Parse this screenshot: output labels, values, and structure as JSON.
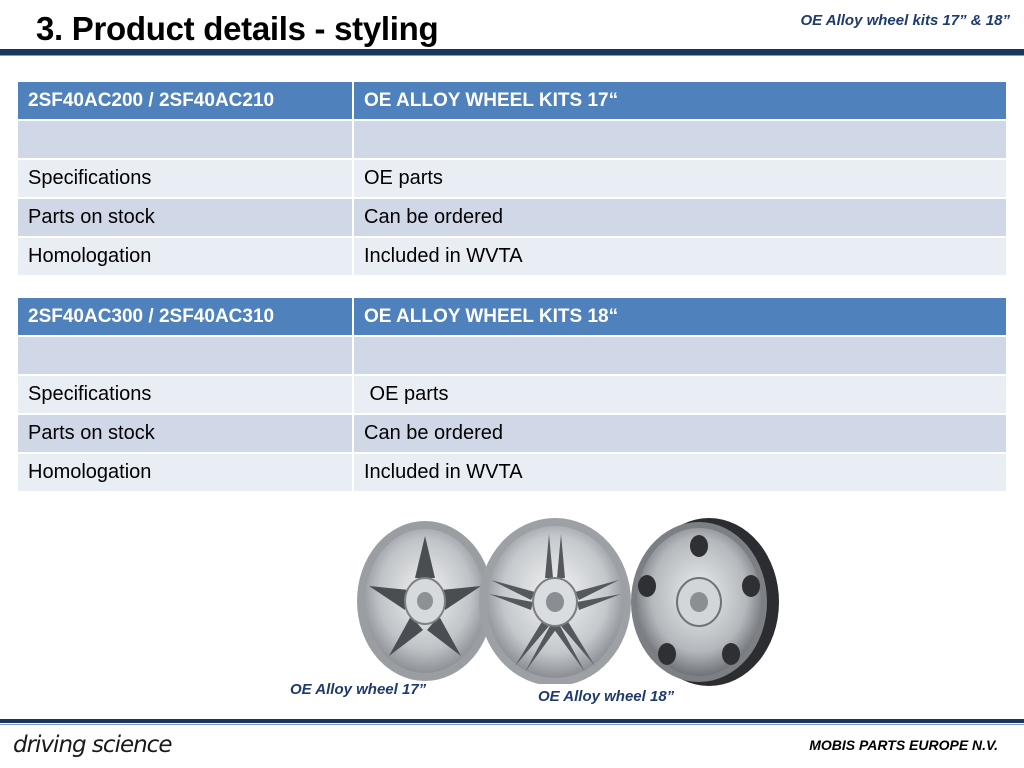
{
  "header": {
    "title": "3. Product details - styling",
    "subtitle": "OE Alloy wheel kits 17” & 18”"
  },
  "tables": [
    {
      "header": [
        "2SF40AC200 / 2SF40AC210",
        "OE ALLOY WHEEL KITS 17“"
      ],
      "rows": [
        [
          "",
          ""
        ],
        [
          "Specifications",
          "OE parts"
        ],
        [
          "Parts on stock",
          "Can be ordered"
        ],
        [
          "Homologation",
          "Included in WVTA"
        ]
      ]
    },
    {
      "header": [
        "2SF40AC300 / 2SF40AC310",
        "OE ALLOY WHEEL KITS 18“"
      ],
      "rows": [
        [
          "",
          ""
        ],
        [
          "Specifications",
          " OE parts"
        ],
        [
          "Parts on stock",
          "Can be ordered"
        ],
        [
          "Homologation",
          "Included in WVTA"
        ]
      ]
    }
  ],
  "images": {
    "caption_17": "OE Alloy wheel 17”",
    "caption_18": "OE Alloy wheel 18”"
  },
  "footer": {
    "logo_text": "driving science",
    "company": "MOBIS PARTS EUROPE N.V."
  },
  "colors": {
    "accent": "#17375e",
    "table_header": "#4f81bd",
    "row_odd": "#d0d8e8",
    "row_even": "#e9edf4"
  }
}
